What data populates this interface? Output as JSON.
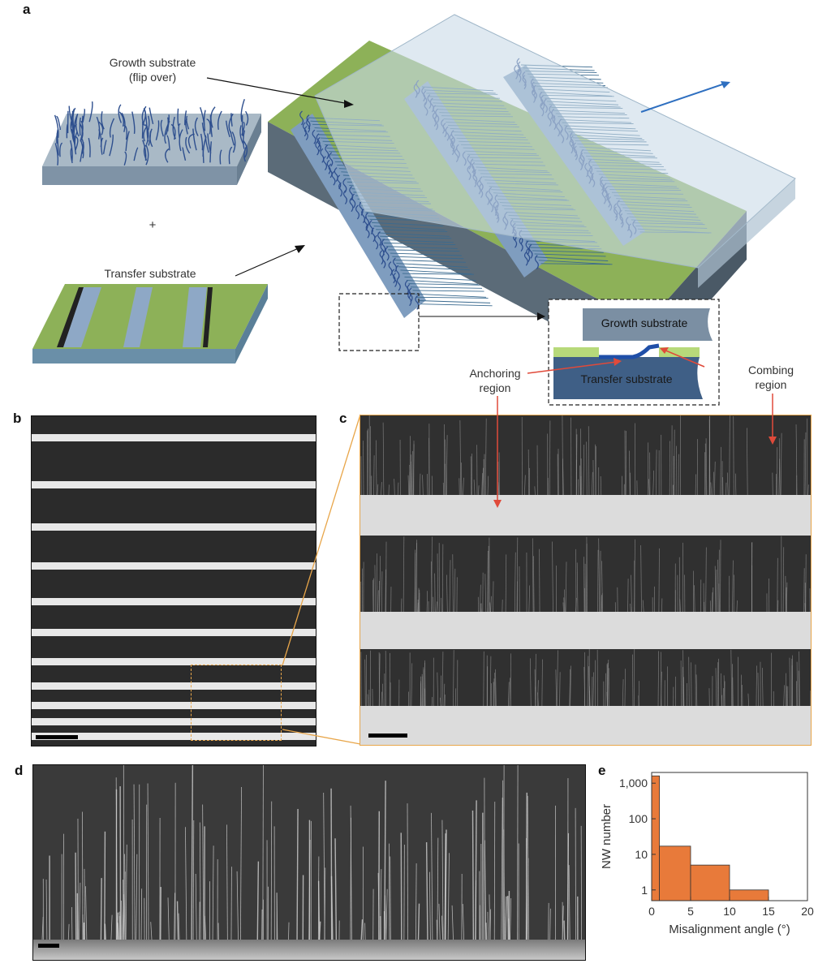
{
  "panels": {
    "a": {
      "letter": "a",
      "growth_label_line1": "Growth substrate",
      "growth_label_line2": "(flip over)",
      "plus": "+",
      "transfer_label": "Transfer substrate",
      "inset_growth": "Growth substrate",
      "inset_transfer": "Transfer substrate",
      "anchoring_line1": "Anchoring",
      "anchoring_line2": "region",
      "combing_line1": "Combing",
      "combing_line2": "region"
    },
    "b": {
      "letter": "b"
    },
    "c": {
      "letter": "c"
    },
    "d": {
      "letter": "d"
    },
    "e": {
      "letter": "e"
    }
  },
  "colors": {
    "green": "#8db158",
    "blue_strip": "#7f9dbf",
    "glass": "#c9dbe8",
    "nanowire": "#2e5fa8",
    "orange": "#e87a3a",
    "frame_orange": "#e8a64a",
    "arrow_red": "#e04a3a",
    "arrow_blue": "#2e6fc0"
  },
  "chart_data": {
    "type": "bar",
    "title": "",
    "xlabel": "Misalignment angle (°)",
    "ylabel": "NW number",
    "yscale": "log",
    "xlim": [
      0,
      20
    ],
    "ylim": [
      0.5,
      2000
    ],
    "xticks": [
      "0",
      "5",
      "10",
      "15",
      "20"
    ],
    "yticks": [
      "1",
      "10",
      "100",
      "1,000"
    ],
    "bins": [
      {
        "x0": 0,
        "x1": 1,
        "value": 1600
      },
      {
        "x0": 1,
        "x1": 5,
        "value": 17
      },
      {
        "x0": 5,
        "x1": 10,
        "value": 5
      },
      {
        "x0": 10,
        "x1": 15,
        "value": 1
      }
    ],
    "bar_color": "#e87a3a",
    "grid": false
  }
}
